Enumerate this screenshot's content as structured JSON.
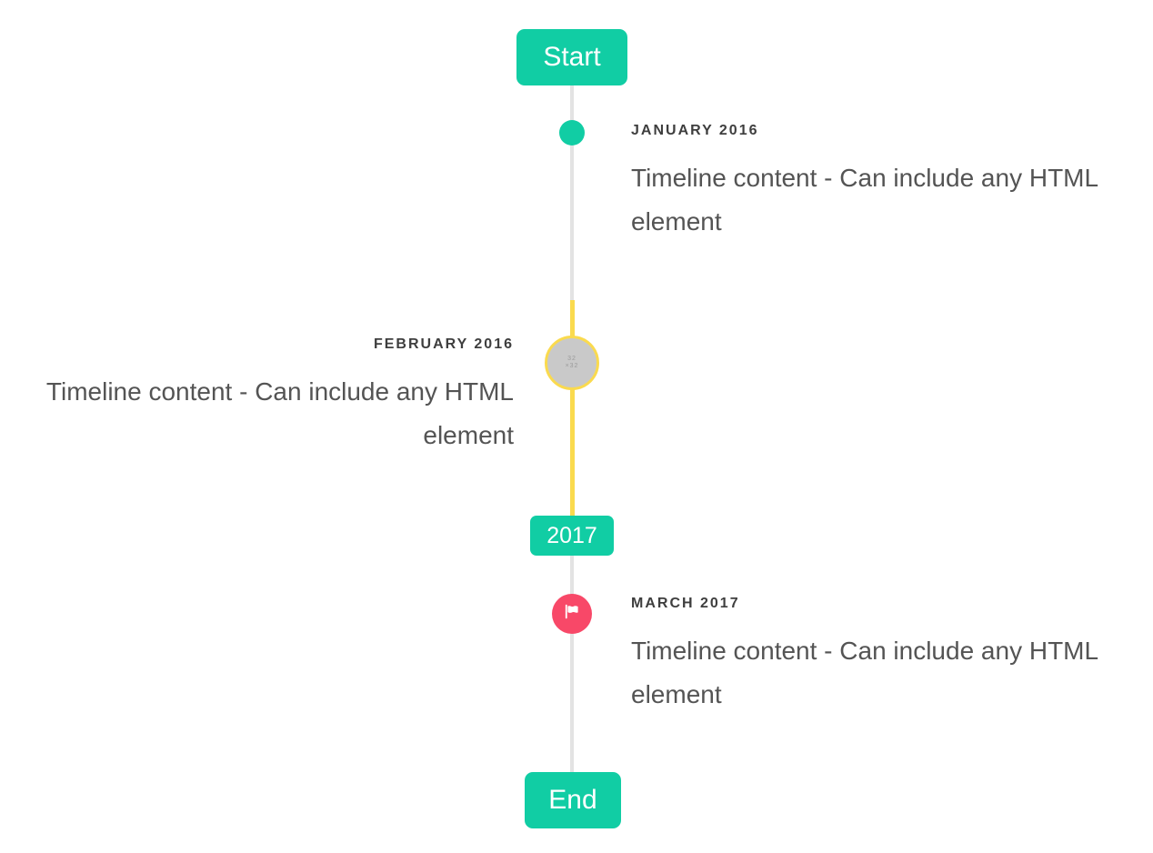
{
  "timeline": {
    "start_label": "Start",
    "end_label": "End",
    "year_badge": "2017",
    "items": [
      {
        "title": "JANUARY 2016",
        "content": "Timeline content - Can include any HTML element",
        "side": "right",
        "marker": "teal-dot"
      },
      {
        "title": "FEBRUARY 2016",
        "content": "Timeline content - Can include any HTML element",
        "side": "left",
        "marker": "image-circle",
        "marker_text": "32 ×32"
      },
      {
        "title": "MARCH 2017",
        "content": "Timeline content - Can include any HTML element",
        "side": "right",
        "marker": "flag-circle"
      }
    ],
    "colors": {
      "accent_teal": "#11cda4",
      "line_gray": "#e3e3e3",
      "highlight_yellow": "#fada4e",
      "flag_pink": "#f84868",
      "image_circle_gray": "#c9c9c9",
      "title_text": "#3e3e3e",
      "body_text": "#545454"
    }
  }
}
